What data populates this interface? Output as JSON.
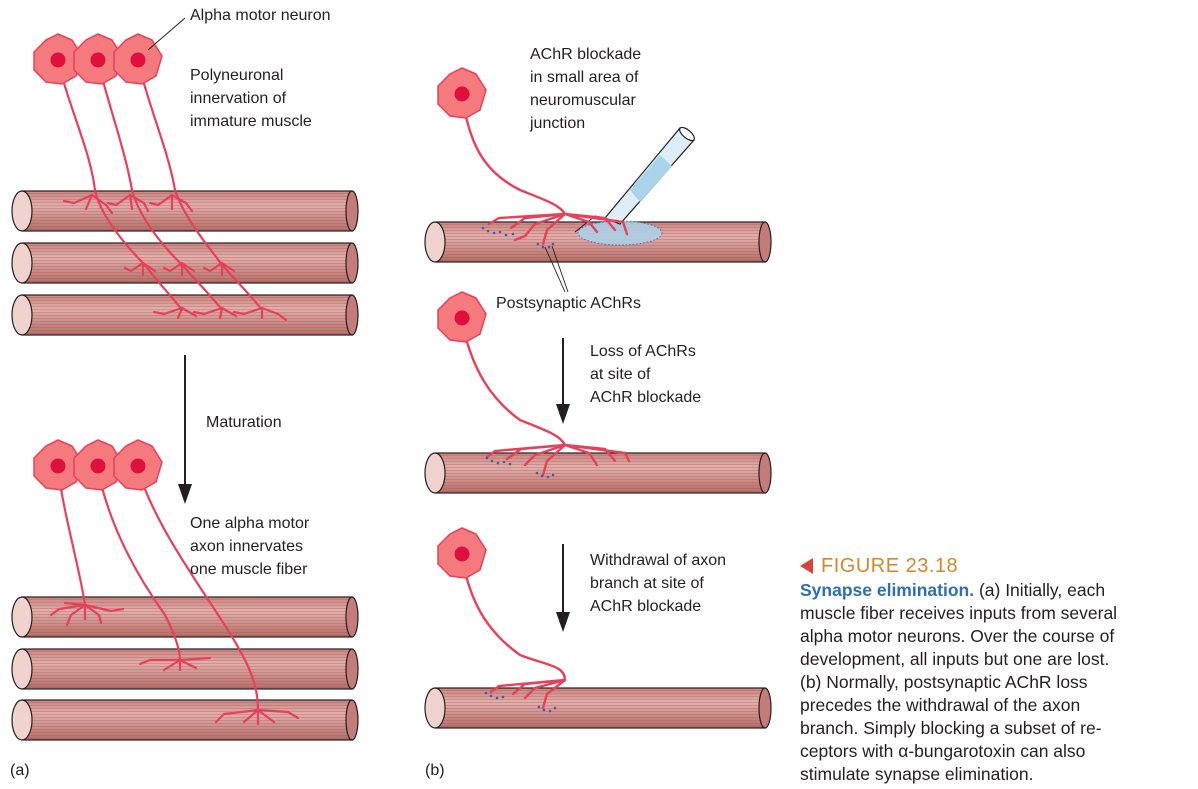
{
  "labels": {
    "alpha_motor_neuron": "Alpha motor neuron",
    "polyneuronal": [
      "Polyneuronal",
      "innervation of",
      "immature muscle"
    ],
    "maturation": "Maturation",
    "one_alpha": [
      "One alpha motor",
      "axon innervates",
      "one muscle fiber"
    ],
    "achr_blockade": [
      "AChR blockade",
      "in small area of",
      "neuromuscular",
      "junction"
    ],
    "postsynaptic": "Postsynaptic AChRs",
    "loss": [
      "Loss of AChRs",
      "at site of",
      "AChR blockade"
    ],
    "withdrawal": [
      "Withdrawal of axon",
      "branch at site of",
      "AChR blockade"
    ],
    "panel_a": "(a)",
    "panel_b": "(b)"
  },
  "caption": {
    "figure_number": "FIGURE 23.18",
    "title": "Synapse elimination.",
    "lines": [
      " (a) Initially, each",
      "muscle fiber receives inputs from several",
      "alpha motor neurons. Over the course of",
      "development, all inputs but one are lost.",
      "(b) Normally, postsynaptic AChR loss",
      "precedes the withdrawal of the axon",
      "branch. Simply blocking a subset of re-",
      "ceptors with α-bungarotoxin can also",
      "stimulate synapse elimination."
    ]
  },
  "colors": {
    "neuron": "#e8405a",
    "neuron_fill": "#f47a7e",
    "nucleus": "#e0103c",
    "muscle_fill": "#d79a95",
    "muscle_stripe": "#b9706c",
    "outline": "#231f20",
    "achr": "#4a5aa8",
    "toxin": "#a9d4ea",
    "caption_number": "#d4872a",
    "caption_title": "#2d6fb3"
  }
}
